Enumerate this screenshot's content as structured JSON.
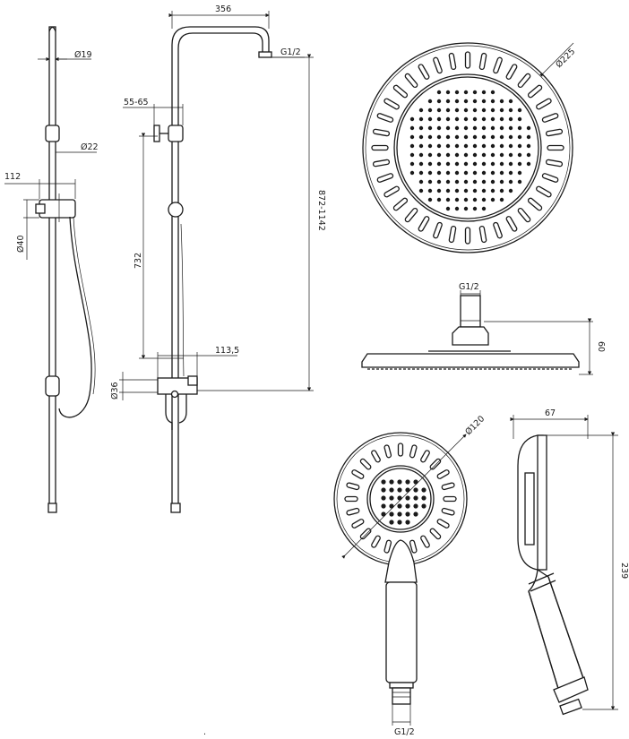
{
  "dimensions": {
    "pipe_diameter": "Ø19",
    "rail_diameter": "Ø22",
    "holder_width": "112",
    "holder_diameter": "Ø40",
    "top_arm_length": "356",
    "thread_top": "G1/2",
    "wall_offset": "55-65",
    "height_range": "872-1142",
    "mixer_to_bracket": "732",
    "mixer_depth": "113,5",
    "mixer_diameter": "Ø36",
    "head_diameter": "Ø225",
    "head_thread": "G1/2",
    "head_height": "60",
    "hand_diameter": "Ø120",
    "hand_depth": "67",
    "hand_length": "239",
    "hand_thread": "G1/2"
  },
  "footer_mark": "."
}
